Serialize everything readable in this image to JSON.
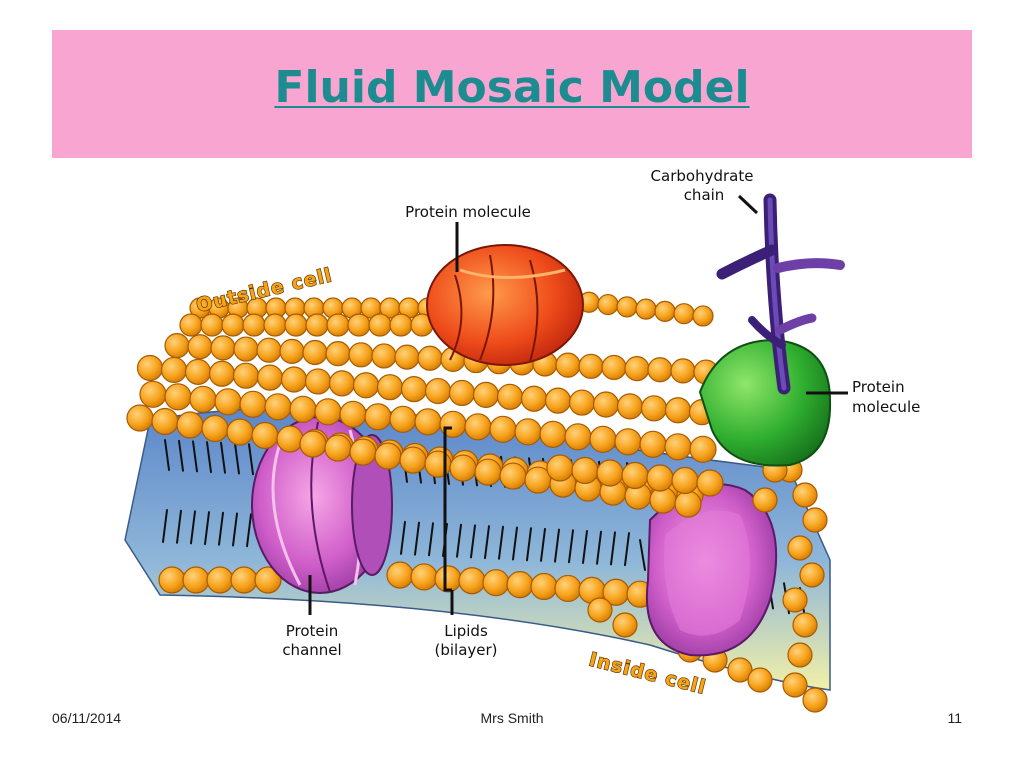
{
  "slide": {
    "title": "Fluid Mosaic Model",
    "date": "06/11/2014",
    "author": "Mrs Smith",
    "page_number": "11"
  },
  "diagram": {
    "labels": {
      "protein_molecule_top": "Protein molecule",
      "carbohydrate_line1": "Carbohydrate",
      "carbohydrate_line2": "chain",
      "protein_molecule_right_line1": "Protein",
      "protein_molecule_right_line2": "molecule",
      "protein_channel_line1": "Protein",
      "protein_channel_line2": "channel",
      "lipids_line1": "Lipids",
      "lipids_line2": "(bilayer)",
      "outside_cell": "Outside cell",
      "inside_cell": "Inside cell"
    },
    "colors": {
      "title_band": "#f9a5d1",
      "title_text": "#1c8c90",
      "lipid_head": "#f7a21b",
      "lipid_head_edge": "#a85a00",
      "protein_red": "#e8401a",
      "protein_green": "#2fae2f",
      "channel_purple": "#b04fb8",
      "carbohydrate": "#4a2a8a"
    }
  }
}
